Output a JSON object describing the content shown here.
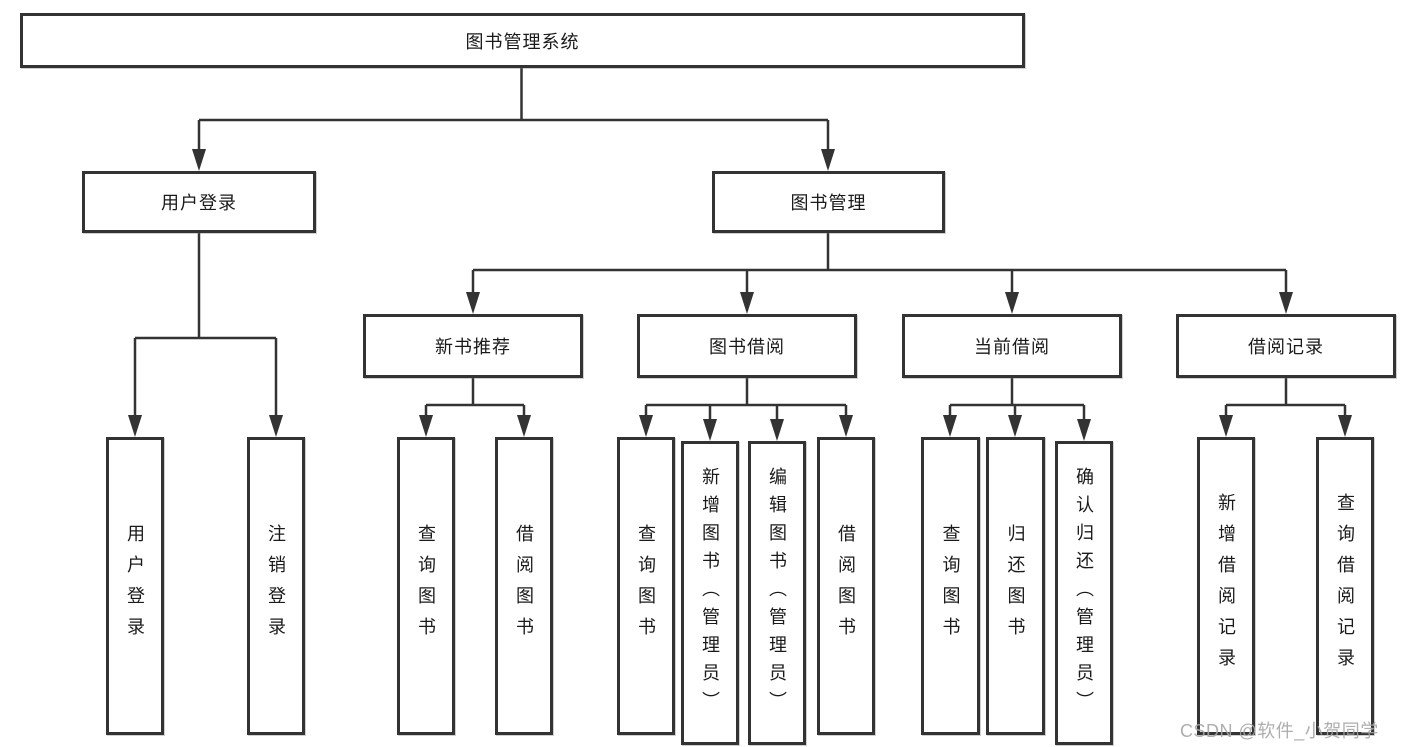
{
  "tree": {
    "label": "图书管理系统",
    "children": [
      {
        "label": "用户登录",
        "children": [
          {
            "label": "用户登录"
          },
          {
            "label": "注销登录"
          }
        ]
      },
      {
        "label": "图书管理",
        "children": [
          {
            "label": "新书推荐",
            "children": [
              {
                "label": "查询图书"
              },
              {
                "label": "借阅图书"
              }
            ]
          },
          {
            "label": "图书借阅",
            "children": [
              {
                "label": "查询图书"
              },
              {
                "label": "新增图书（管理员）"
              },
              {
                "label": "编辑图书（管理员）"
              },
              {
                "label": "借阅图书"
              }
            ]
          },
          {
            "label": "当前借阅",
            "children": [
              {
                "label": "查询图书"
              },
              {
                "label": "归还图书"
              },
              {
                "label": "确认归还（管理员）"
              }
            ]
          },
          {
            "label": "借阅记录",
            "children": [
              {
                "label": "新增借阅记录"
              },
              {
                "label": "查询借阅记录"
              }
            ]
          }
        ]
      }
    ]
  },
  "watermark": {
    "text": "CSDN @软件_小贺同学"
  },
  "colors": {
    "line": "#333333",
    "box_border": "#333333",
    "text": "#1a1a1a",
    "watermark": "#a5a5a5",
    "background": "#ffffff"
  }
}
